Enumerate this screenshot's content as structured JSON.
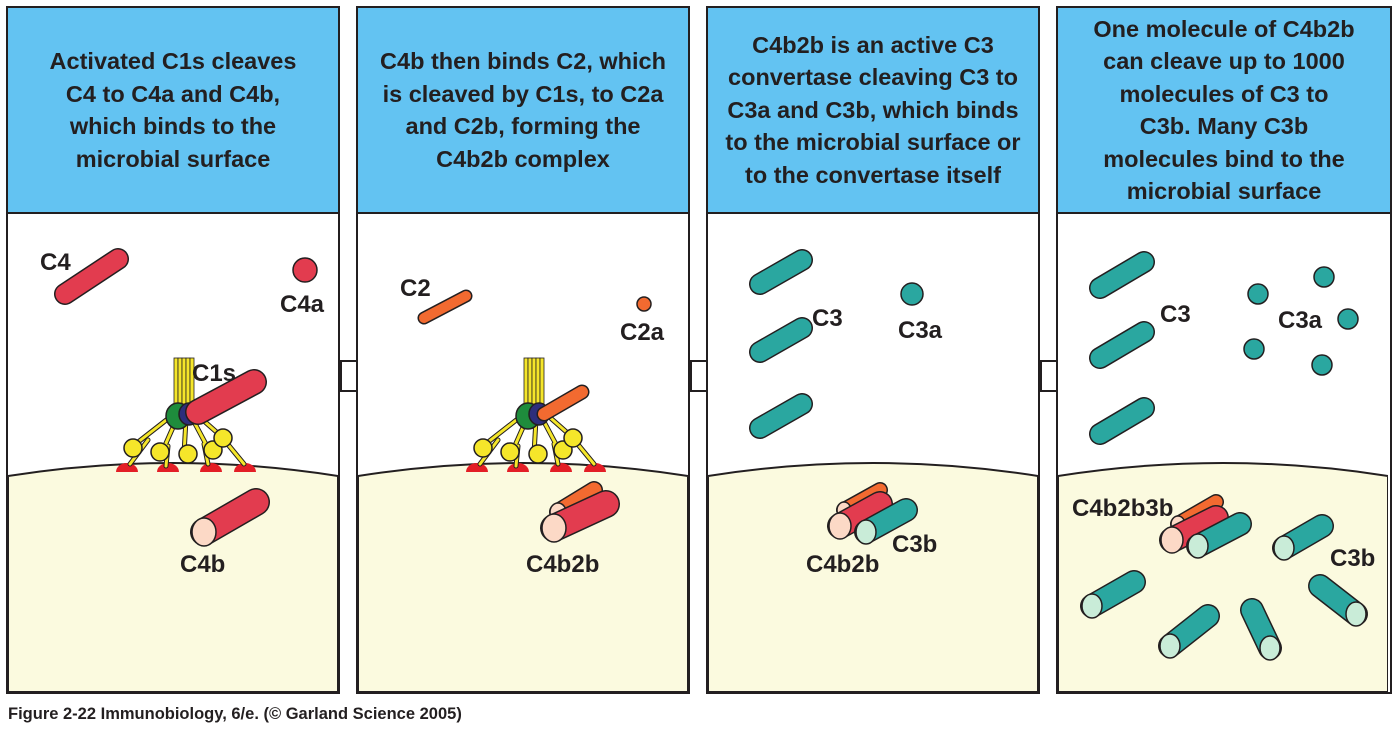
{
  "panels": [
    {
      "header": [
        "Activated C1s cleaves",
        "C4 to C4a and C4b,",
        "which binds to the",
        "microbial surface"
      ],
      "labels": {
        "c4": "C4",
        "c4a": "C4a",
        "c1s": "C1s",
        "c4b": "C4b"
      }
    },
    {
      "header": [
        "C4b then binds C2, which",
        "is cleaved by C1s, to C2a",
        "and C2b, forming the",
        "C4b2b complex"
      ],
      "labels": {
        "c2": "C2",
        "c2a": "C2a",
        "c4b2b": "C4b2b"
      }
    },
    {
      "header": [
        "C4b2b is an active C3",
        "convertase cleaving C3 to",
        "C3a and C3b, which binds",
        "to the microbial surface or",
        "to the convertase itself"
      ],
      "labels": {
        "c3": "C3",
        "c3a": "C3a",
        "c4b2b": "C4b2b",
        "c3b": "C3b"
      }
    },
    {
      "header": [
        "One molecule of C4b2b",
        "can cleave up to 1000",
        "molecules of C3 to",
        "C3b. Many C3b",
        "molecules bind to the",
        "microbial surface"
      ],
      "labels": {
        "c3": "C3",
        "c3a": "C3a",
        "c4b2b3b": "C4b2b3b",
        "c3b": "C3b"
      }
    }
  ],
  "caption": "Figure 2-22  Immunobiology, 6/e. (© Garland Science 2005)",
  "colors": {
    "header_bg": "#63c3f2",
    "surface": "#fbfadf",
    "c4_red": "#e23c4f",
    "c2_orange": "#f26a30",
    "c3_teal": "#2aa7a0",
    "c3b_end": "#c9ecd8",
    "c4b_end": "#fcd9c6",
    "antibody_yellow": "#f5e62a",
    "antigen_red": "#e31e26",
    "c1q_green": "#1e8c3c",
    "c1s_blue": "#2d2e7c"
  }
}
